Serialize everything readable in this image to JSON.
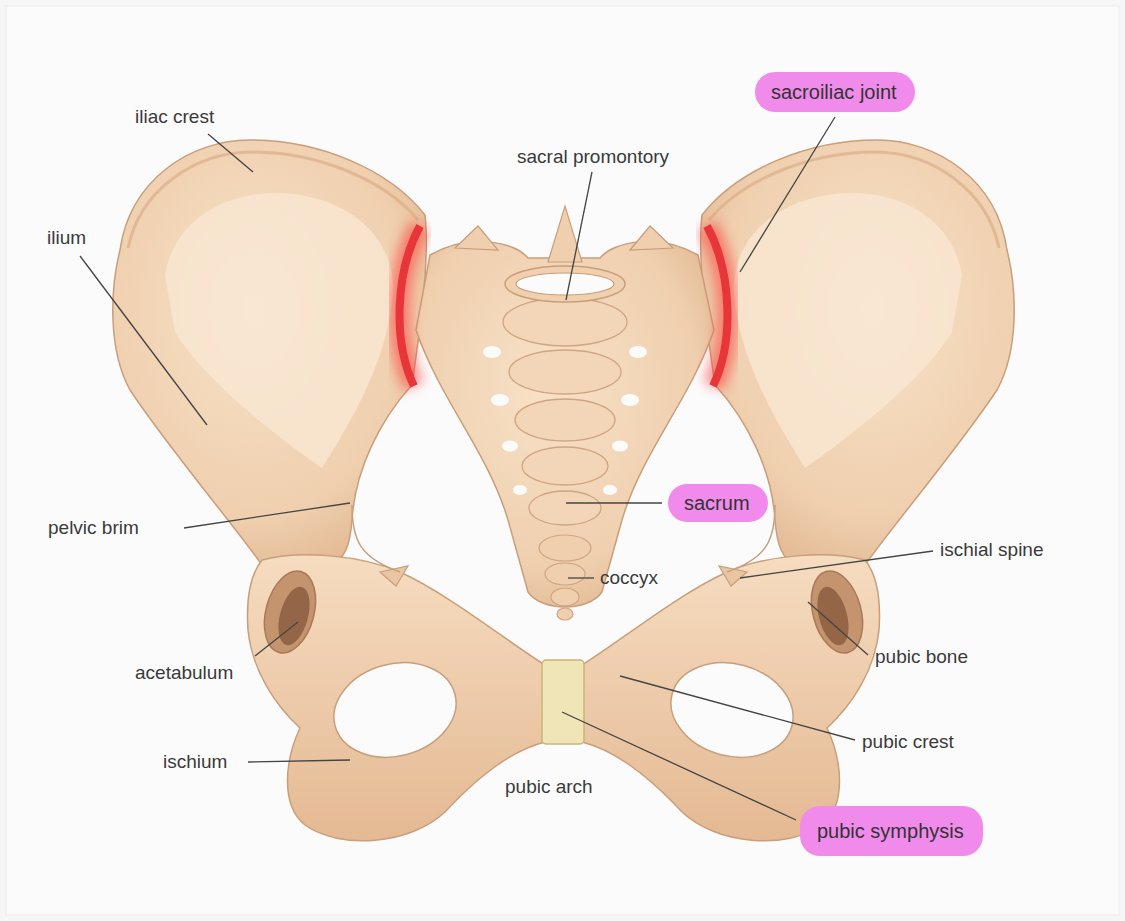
{
  "diagram": {
    "nodes": [
      {
        "text": [
          "sacroiliac joint"
        ]
      },
      {
        "text": [
          "sacrum"
        ]
      },
      {
        "text": [
          "pubic symphysis"
        ]
      }
    ],
    "labels": [
      "iliac crest",
      "sacral promontory",
      "ilium",
      "pelvic brim",
      "coccyx",
      "ischial spine",
      "acetabulum",
      "pubic bone",
      "ischium",
      "pubic crest",
      "pubic arch"
    ]
  }
}
